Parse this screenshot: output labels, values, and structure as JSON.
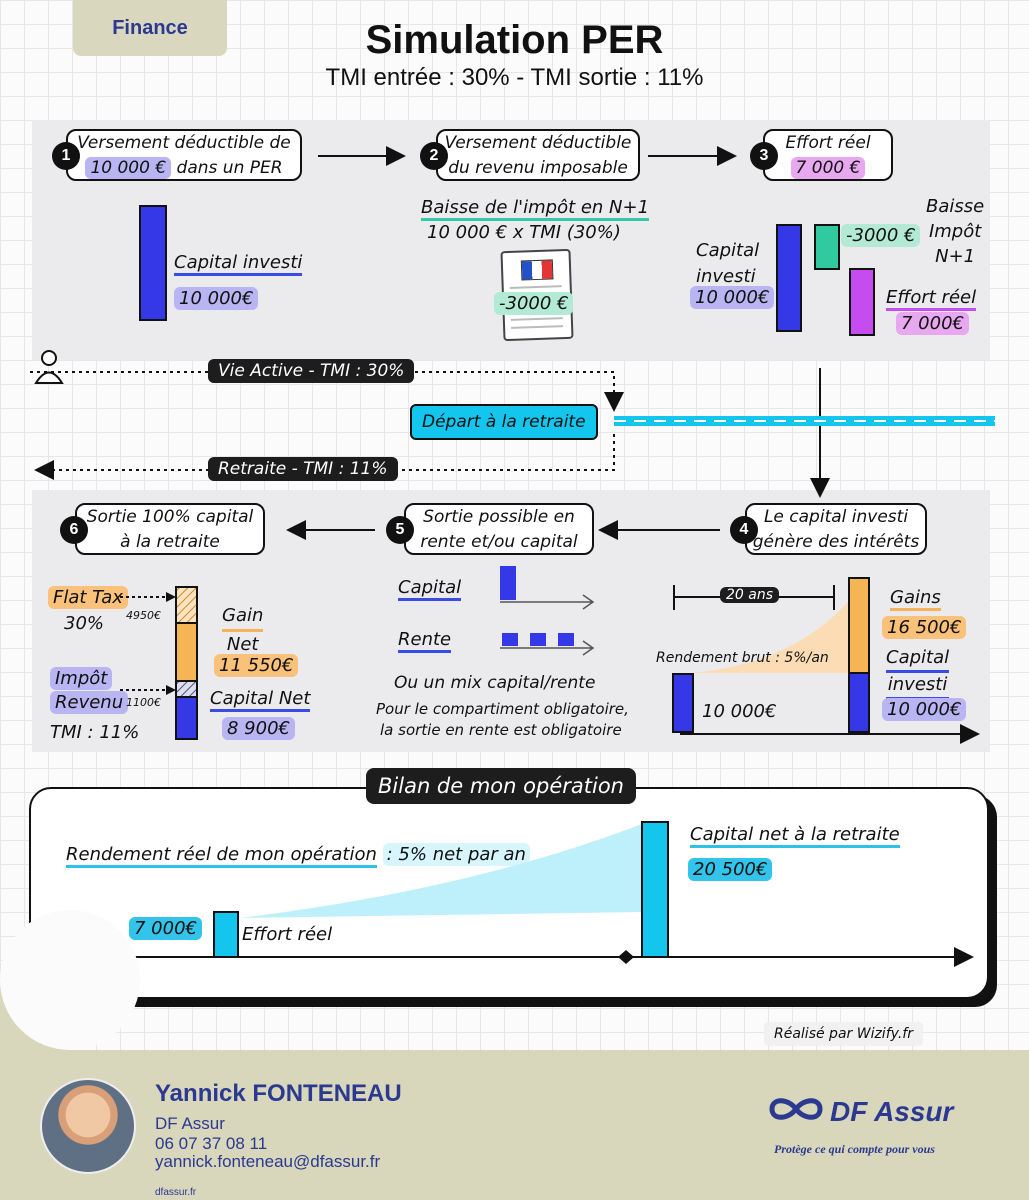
{
  "header": {
    "tag": "Finance",
    "title": "Simulation PER",
    "subtitle": "TMI entrée : 30% - TMI sortie : 11%"
  },
  "steps": {
    "s1": {
      "num": "1",
      "line1": "Versement déductible de",
      "amount": "10 000 €",
      "rest": "dans un PER"
    },
    "s2": {
      "num": "2",
      "line1": "Versement déductible",
      "line2": "du revenu imposable"
    },
    "s3": {
      "num": "3",
      "line1": "Effort réel",
      "amount": "7 000 €"
    },
    "s4": {
      "num": "4",
      "line1": "Le capital investi",
      "line2": "génère des intérêts"
    },
    "s5": {
      "num": "5",
      "line1": "Sortie possible en",
      "line2": "rente et/ou capital"
    },
    "s6": {
      "num": "6",
      "line1": "Sortie 100% capital",
      "line2": "à la retraite"
    }
  },
  "step1_chart": {
    "label": "Capital investi",
    "value": "10 000€"
  },
  "step2_detail": {
    "heading": "Baisse de l'impôt en N+1",
    "formula": "10 000 € x TMI (30%)",
    "amount": "-3000 €"
  },
  "step3_chart": {
    "capital_label_1": "Capital",
    "capital_label_2": "investi",
    "capital_value": "10 000€",
    "tax_value": "-3000 €",
    "tax_label_1": "Baisse",
    "tax_label_2": "Impôt",
    "tax_label_3": "N+1",
    "effort_label": "Effort réel",
    "effort_value": "7 000€"
  },
  "timeline": {
    "vie_active": "Vie Active - TMI : 30%",
    "depart": "Départ à la retraite",
    "retraite": "Retraite - TMI : 11%"
  },
  "step4_chart": {
    "years": "20 ans",
    "rate": "Rendement brut : 5%/an",
    "initial": "10 000€",
    "gains_label": "Gains",
    "gains_value": "16 500€",
    "capital_label_1": "Capital",
    "capital_label_2": "investi",
    "capital_value": "10 000€"
  },
  "step5_chart": {
    "capital": "Capital",
    "rente": "Rente",
    "mix": "Ou un mix capital/rente",
    "note1": "Pour le compartiment obligatoire,",
    "note2": "la sortie en rente est obligatoire"
  },
  "step6_chart": {
    "flat_tax": "Flat Tax",
    "flat_rate": "30%",
    "flat_amount": "4950€",
    "gain_label_1": "Gain",
    "gain_label_2": "Net",
    "gain_value": "11 550€",
    "impot_1": "Impôt",
    "impot_2": "Revenu",
    "impot_amount": "1100€",
    "tmi": "TMI : 11%",
    "capital_net_label": "Capital Net",
    "capital_net_value": "8 900€"
  },
  "bilan": {
    "title": "Bilan de mon opération",
    "rendement_label": "Rendement réel de mon opération",
    "rendement_value": ": 5% net par an",
    "effort_value": "7 000€",
    "effort_label": "Effort réel",
    "capital_label": "Capital net à la retraite",
    "capital_value": "20 500€"
  },
  "credit": "Réalisé par Wizify.fr",
  "footer": {
    "name": "Yannick FONTENEAU",
    "company": "DF Assur",
    "phone": "06 07 37 08 11",
    "email": "yannick.fonteneau@dfassur.fr",
    "site": "dfassur.fr",
    "brand": "DF Assur",
    "tagline": "Protège ce qui compte pour vous"
  },
  "colors": {
    "blue": "#3438e6",
    "teal": "#31c9a0",
    "purple": "#c74cf0",
    "orange": "#f6b554",
    "cyan": "#14c6ee",
    "navy": "#2b3990"
  }
}
